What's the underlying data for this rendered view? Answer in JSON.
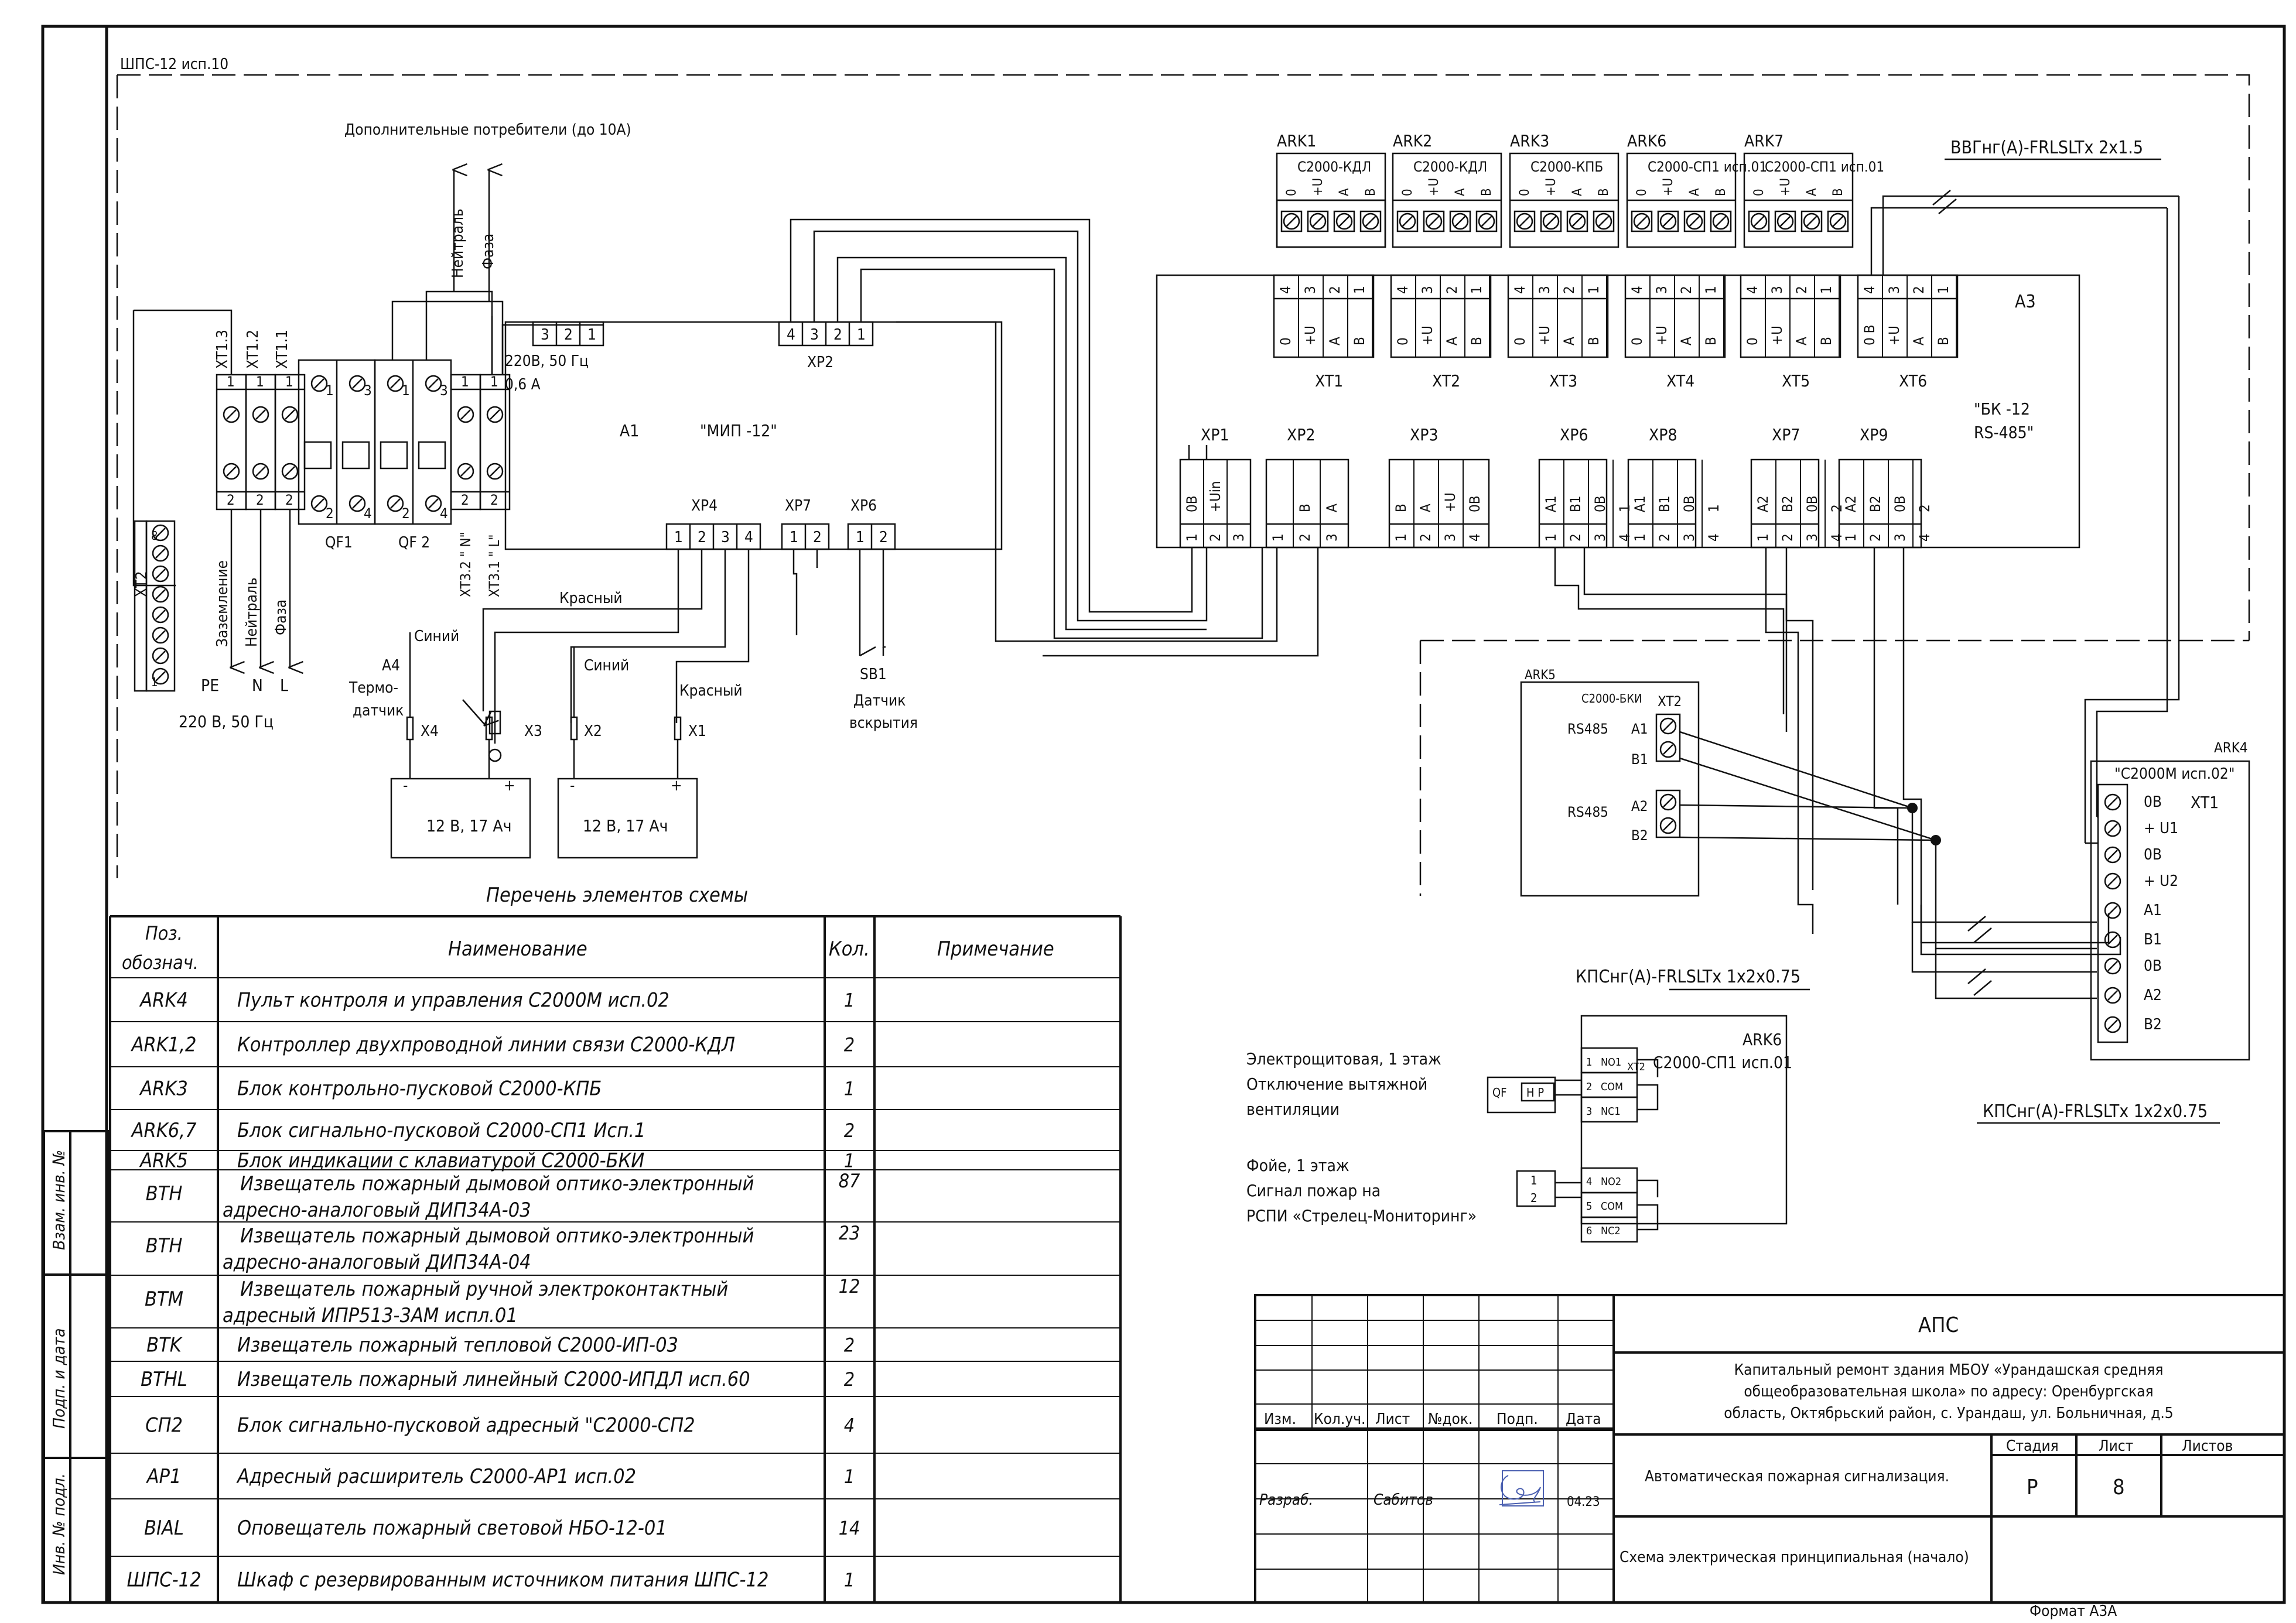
{
  "sheet": {
    "cabinet_label": "ШПС-12 исп.10",
    "format": "Формат А3А",
    "elements_title": "Перечень элементов схемы"
  },
  "power": {
    "consumers": "Дополнительные потребители (до 10А)",
    "neutral_up": "Нейтраль",
    "phase_up": "Фаза",
    "xt13": "XT1.3",
    "xt12": "XT1.2",
    "xt11": "XT1.1",
    "xt2": "XT2",
    "ground": "Заземление",
    "neutral": "Нейтраль",
    "phase": "Фаза",
    "pe": "PE",
    "n": "N",
    "l": "L",
    "supply": "220 В, 50 Гц",
    "qf1": "QF1",
    "qf2": "QF 2",
    "xt32": "XT3.2 \" N\"",
    "xt31": "XT3.1 \" L\""
  },
  "a1": {
    "designator": "A1",
    "name": "\"МИП -12\"",
    "rating_v": "220В, 50 Гц",
    "rating_a": "0,6 А",
    "xp2": "XP2",
    "xp4": "XP4",
    "xp7": "XP7",
    "xp6": "XP6",
    "red": "Красный",
    "blue": "Синий",
    "blue2": "Синий",
    "red2": "Красный",
    "a4": "А4",
    "thermo1": "Термо-",
    "thermo2": "датчик",
    "x4": "X4",
    "x3": "X3",
    "x2": "X2",
    "x1": "X1",
    "sb1": "SB1",
    "tamper1": "Датчик",
    "tamper2": "вскрытия",
    "battery": "12 В, 17 Ач"
  },
  "modules": [
    {
      "id": "ARK1",
      "type": "С2000-КДЛ",
      "pins": [
        "0",
        "+U",
        "A",
        "B"
      ]
    },
    {
      "id": "ARK2",
      "type": "С2000-КДЛ",
      "pins": [
        "0",
        "+U",
        "A",
        "B"
      ]
    },
    {
      "id": "ARK3",
      "type": "С2000-КПБ",
      "pins": [
        "0",
        "+U",
        "A",
        "B"
      ]
    },
    {
      "id": "ARK6",
      "type": "С2000-СП1 исп.01",
      "pins": [
        "0",
        "+U",
        "A",
        "B"
      ]
    },
    {
      "id": "ARK7",
      "type": "С2000-СП1 исп.01",
      "pins": [
        "0",
        "+U",
        "A",
        "B"
      ]
    }
  ],
  "cable_top": "ВВГнг(А)-FRLSLTx  2x1.5",
  "a3": {
    "designator": "А3",
    "name1": "\"БК -12",
    "name2": "RS-485\"",
    "xt": [
      "XT1",
      "XT2",
      "XT3",
      "XT4",
      "XT5",
      "XT6"
    ],
    "xt_nums": [
      "4",
      "3",
      "2",
      "1"
    ],
    "xt_pins": [
      "0",
      "+U",
      "A",
      "B"
    ],
    "xt6_pins": [
      "0 B",
      "+U",
      "A",
      "B"
    ],
    "xp": [
      {
        "name": "XP1",
        "pins": [
          "0B",
          "+Uin",
          ""
        ],
        "nums": [
          "1",
          "2",
          "3"
        ]
      },
      {
        "name": "XP2",
        "pins": [
          "",
          "B",
          "A"
        ],
        "nums": [
          "1",
          "2",
          "3"
        ]
      },
      {
        "name": "XP3",
        "pins": [
          "B",
          "A",
          "+U",
          "0B"
        ],
        "nums": [
          "1",
          "2",
          "3",
          "4"
        ]
      },
      {
        "name": "XP6",
        "pins": [
          "A1",
          "B1",
          "0B",
          "1"
        ],
        "nums": [
          "1",
          "2",
          "3",
          "4"
        ]
      },
      {
        "name": "XP8",
        "pins": [
          "A1",
          "B1",
          "0B",
          "1"
        ],
        "nums": [
          "1",
          "2",
          "3",
          "4"
        ]
      },
      {
        "name": "XP7",
        "pins": [
          "A2",
          "B2",
          "0B",
          "2"
        ],
        "nums": [
          "1",
          "2",
          "3",
          "4"
        ]
      },
      {
        "name": "XP9",
        "pins": [
          "A2",
          "B2",
          "0B",
          "2"
        ],
        "nums": [
          "1",
          "2",
          "3",
          "4"
        ]
      }
    ]
  },
  "ark5": {
    "id": "ARK5",
    "type": "С2000-БКИ",
    "xt": "XT2",
    "rs1": "RS485",
    "rs2": "RS485",
    "a1": "A1",
    "b1": "B1",
    "a2": "A2",
    "b2": "B2"
  },
  "ark4": {
    "id": "ARK4",
    "type": "\"С2000М исп.02\"",
    "xt": "XT1",
    "pins": [
      "0B",
      "+ U1",
      "0B",
      "+ U2",
      "A1",
      "B1",
      "0B",
      "A2",
      "B2"
    ]
  },
  "ark6b": {
    "cable": "КПСнг(А)-FRLSLTx  1x2x0.75",
    "id": "ARK6",
    "xt": "XT2",
    "type": "С2000-СП1 исп.01",
    "rows1": [
      {
        "n": "1",
        "t": "NO1"
      },
      {
        "n": "2",
        "t": "COM"
      },
      {
        "n": "3",
        "t": "NC1"
      }
    ],
    "rows2": [
      {
        "n": "4",
        "t": "NO2"
      },
      {
        "n": "5",
        "t": "COM"
      },
      {
        "n": "6",
        "t": "NC2"
      }
    ],
    "qf": "QF",
    "hp": "Н Р",
    "k1": "1",
    "k2": "2",
    "note1": [
      "Электрощитовая, 1 этаж",
      "Отключение вытяжной",
      "вентиляции"
    ],
    "note2": [
      "Фойе, 1 этаж",
      "Сигнал пожар на",
      "РСПИ «Стрелец-Мониторинг»"
    ]
  },
  "cable_bottom": "КПСнг(А)-FRLSLTx  1x2x0.75",
  "bom": {
    "headers": {
      "pos1": "Поз.",
      "pos2": "обознач.",
      "name": "Наименование",
      "qty": "Кол.",
      "note": "Примечание"
    },
    "rows": [
      {
        "pos": "ARK4",
        "name": [
          "Пульт контроля и управления С2000М исп.02"
        ],
        "qty": "1"
      },
      {
        "pos": "ARK1,2",
        "name": [
          "Контроллер двухпроводной линии связи С2000-КДЛ"
        ],
        "qty": "2"
      },
      {
        "pos": "ARK3",
        "name": [
          "Блок контрольно-пусковой С2000-КПБ"
        ],
        "qty": "1"
      },
      {
        "pos": "ARK6,7",
        "name": [
          "Блок сигнально-пусковой С2000-СП1 Исп.1"
        ],
        "qty": "2"
      },
      {
        "pos": "ARK5",
        "name": [
          "Блок индикации с клавиатурой С2000-БКИ"
        ],
        "qty": "1"
      },
      {
        "pos": "BTH",
        "name": [
          "Извещатель пожарный дымовой оптико-электронный",
          "адресно-аналоговый ДИП34А-03"
        ],
        "qty": "87"
      },
      {
        "pos": "BTH",
        "name": [
          "Извещатель пожарный дымовой оптико-электронный",
          "адресно-аналоговый ДИП34А-04"
        ],
        "qty": "23"
      },
      {
        "pos": "BTM",
        "name": [
          "Извещатель пожарный ручной электроконтактный",
          "адресный ИПР513-3АМ испл.01"
        ],
        "qty": "12"
      },
      {
        "pos": "BTK",
        "name": [
          "Извещатель пожарный тепловой С2000-ИП-03"
        ],
        "qty": "2"
      },
      {
        "pos": "BTHL",
        "name": [
          "Извещатель пожарный линейный С2000-ИПДЛ исп.60"
        ],
        "qty": "2"
      },
      {
        "pos": "СП2",
        "name": [
          "Блок сигнально-пусковой адресный \"С2000-СП2"
        ],
        "qty": "4"
      },
      {
        "pos": "AP1",
        "name": [
          "Адресный расширитель С2000-АР1 исп.02"
        ],
        "qty": "1"
      },
      {
        "pos": "BIAL",
        "name": [
          "Оповещатель пожарный световой НБО-12-01"
        ],
        "qty": "14"
      },
      {
        "pos": "ШПС-12",
        "name": [
          "Шкаф с резервированным источником питания ШПС-12"
        ],
        "qty": "1"
      }
    ]
  },
  "side": {
    "s1": "Взам. инв. №",
    "s2": "Подп. и дата",
    "s3": "Инв. № подл."
  },
  "stamp": {
    "code": "АПС",
    "project": [
      "Капитальный ремонт здания МБОУ «Урандашская средняя",
      "общеобразовательная школа» по адресу: Оренбургская",
      "область, Октябрьский район, с. Урандаш, ул. Больничная, д.5"
    ],
    "cols": [
      "Изм.",
      "Кол.уч.",
      "Лист",
      "№док.",
      "Подп.",
      "Дата"
    ],
    "role": "Разраб.",
    "person": "Сабитов",
    "date": "04.23",
    "system": "Автоматическая пожарная сигнализация.",
    "stage_h": "Стадия",
    "sheet_h": "Лист",
    "sheets_h": "Листов",
    "stage": "Р",
    "sheet_no": "8",
    "sheets": "",
    "title": "Схема электрическая принципиальная (начало)"
  }
}
